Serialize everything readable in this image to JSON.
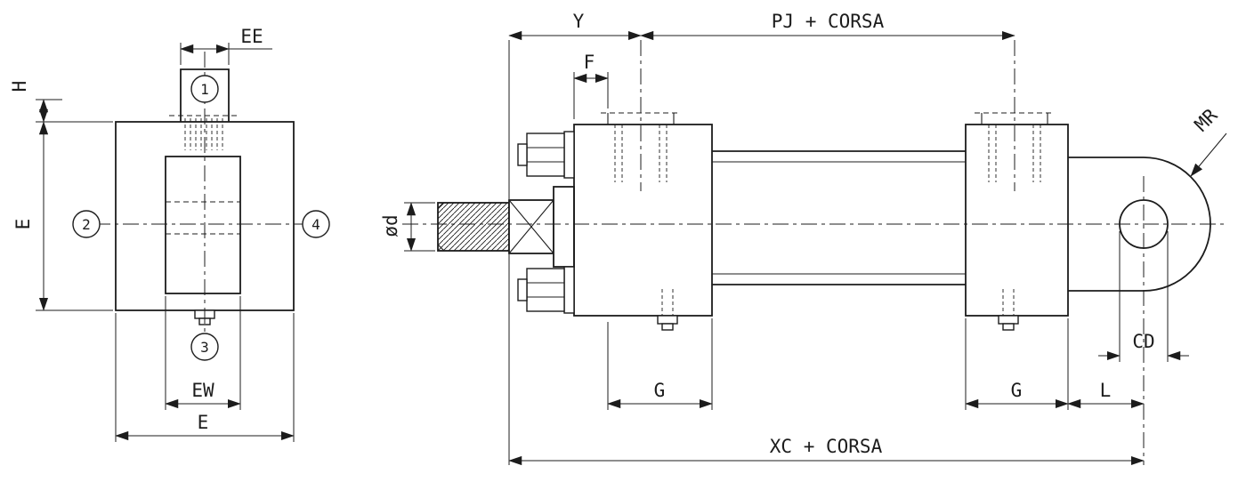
{
  "meta": {
    "drawing_type": "hydraulic-cylinder-mounting-dimension-drawing",
    "background_color": "#ffffff",
    "line_color": "#1c1c1c"
  },
  "front_view": {
    "callouts": {
      "c1": "1",
      "c2": "2",
      "c3": "3",
      "c4": "4"
    },
    "dims": {
      "ee": "EE",
      "h": "H",
      "e_height": "E",
      "ew": "EW",
      "e_width": "E"
    }
  },
  "side_view": {
    "dims": {
      "y": "Y",
      "pj_corsa": "PJ + CORSA",
      "f": "F",
      "rod_d": "ød",
      "g_front": "G",
      "g_rear": "G",
      "l": "L",
      "cd": "CD",
      "mr": "MR",
      "xc_corsa": "XC + CORSA"
    }
  }
}
